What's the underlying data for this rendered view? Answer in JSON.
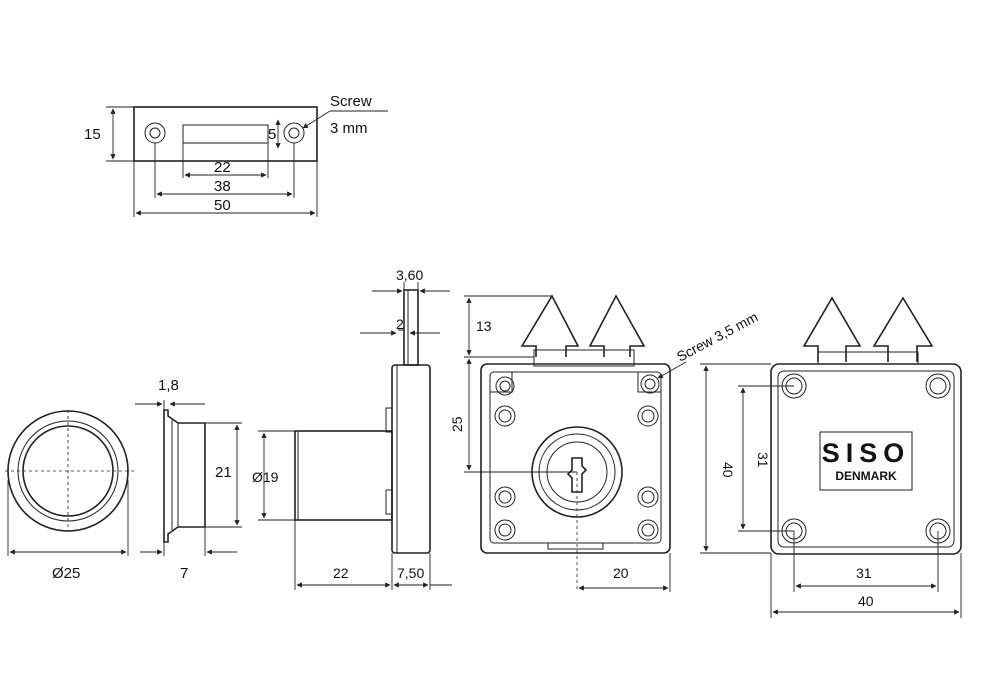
{
  "strike_plate": {
    "height": "15",
    "slot_height": "5",
    "slot_width": "22",
    "hole_spacing": "38",
    "total_width": "50",
    "screw_label_line1": "Screw",
    "screw_label_line2": "3 mm"
  },
  "front_ring": {
    "diameter": "Ø25"
  },
  "side_ring": {
    "flange": "1,8",
    "height": "21",
    "depth": "7"
  },
  "lock_side": {
    "bolt_width": "3,60",
    "bolt_offset": "2",
    "cylinder_diameter": "Ø19",
    "cylinder_length": "22",
    "body_depth": "7,50"
  },
  "lock_front": {
    "bolt_height": "13",
    "key_center": "25",
    "center_to_edge": "20",
    "screw_label": "Screw 3,5 mm"
  },
  "lock_back": {
    "height": "40",
    "hole_spacing_v": "31",
    "hole_spacing_h": "31",
    "width": "40",
    "brand_name": "SISO",
    "brand_sub": "DENMARK"
  }
}
